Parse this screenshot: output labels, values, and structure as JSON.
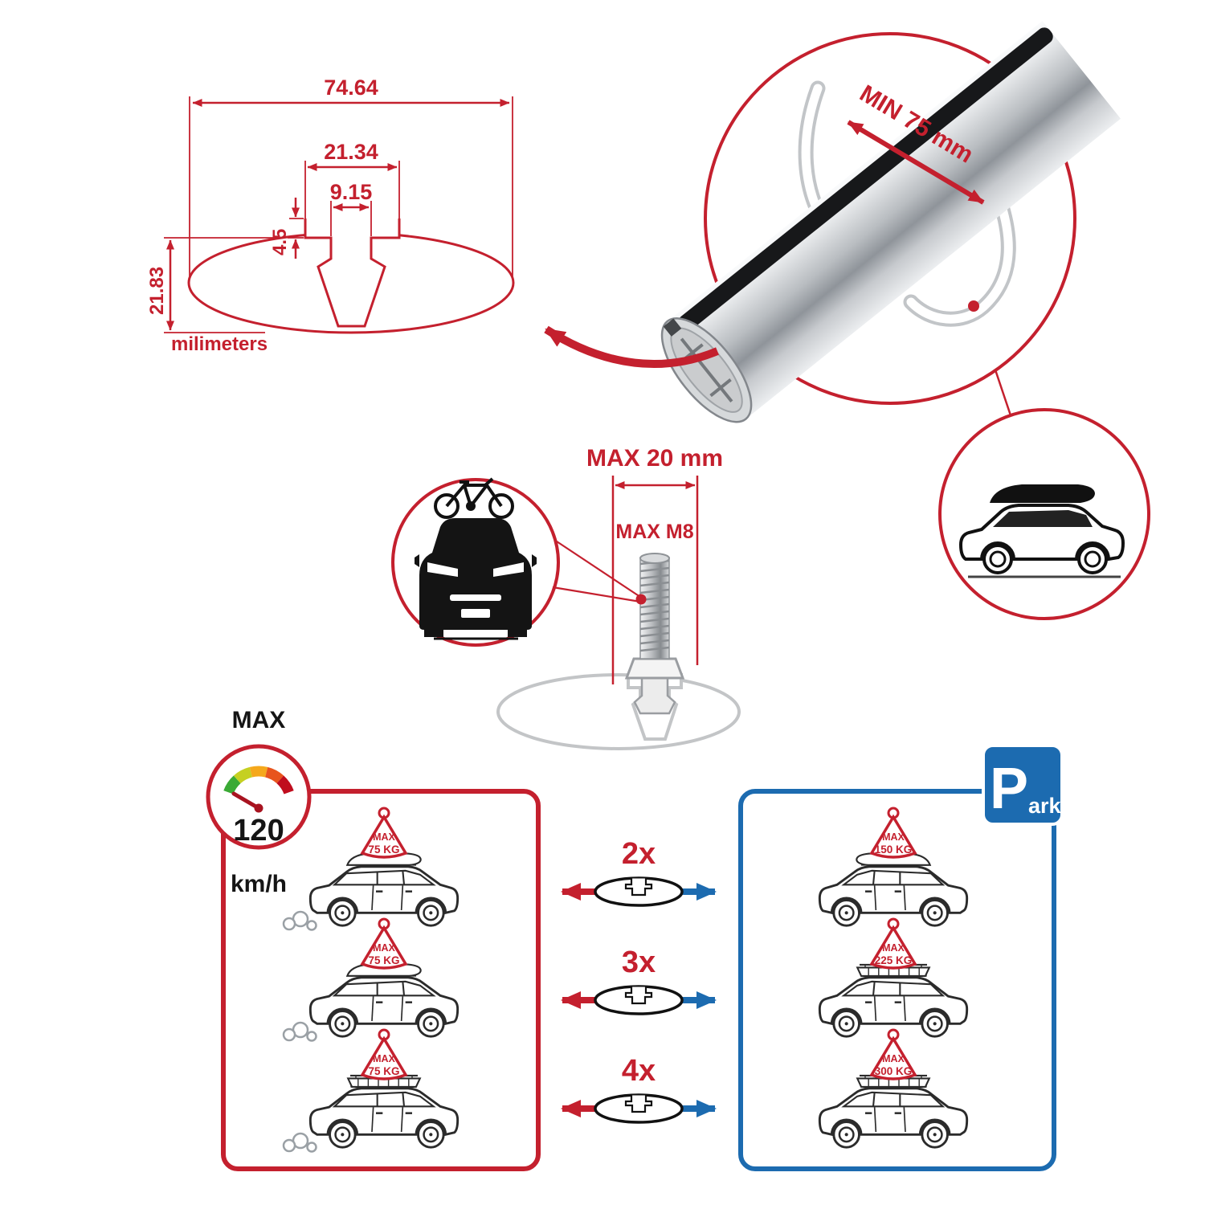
{
  "colors": {
    "red": "#c4202e",
    "blue": "#1c6bb0",
    "silver": "#c3c5c7",
    "ink": "#151515",
    "gauge": [
      "#3aaa35",
      "#c5d021",
      "#f5a81c",
      "#e8541d",
      "#c00d1e"
    ]
  },
  "profile_dimensions": {
    "total_width": "74.64",
    "slot_outer_width": "21.34",
    "slot_inner_width": "9.15",
    "lip_depth": "4.5",
    "total_height": "21.83",
    "units_label": "milimeters"
  },
  "crossbar_detail": {
    "min_bar_span": "MIN 75 mm"
  },
  "bolt_detail": {
    "max_slot_width": "MAX 20 mm",
    "max_bolt_thread": "MAX M8"
  },
  "speed_limit": {
    "label": "MAX",
    "value": "120",
    "units": "km/h"
  },
  "parking_sign": {
    "initial": "P",
    "suffix": "ark"
  },
  "driving_loads": [
    {
      "label": "MAX",
      "weight": "75 KG"
    },
    {
      "label": "MAX",
      "weight": "75 KG"
    },
    {
      "label": "MAX",
      "weight": "75 KG"
    }
  ],
  "bar_quantities": [
    "2x",
    "3x",
    "4x"
  ],
  "parked_loads": [
    {
      "label": "MAX",
      "weight": "150 KG"
    },
    {
      "label": "MAX",
      "weight": "225 KG"
    },
    {
      "label": "MAX",
      "weight": "300 KG"
    }
  ],
  "icons": {
    "speedometer": "gauge-dial",
    "parking_sign": "blue-P-square",
    "bike_carrier": "car-front-with-bicycle",
    "roof_box_car": "suv-with-roof-box",
    "crossbar_photo": "aluminum-aero-crossbar",
    "cross_section": "oval-bar-t-slot-section"
  }
}
